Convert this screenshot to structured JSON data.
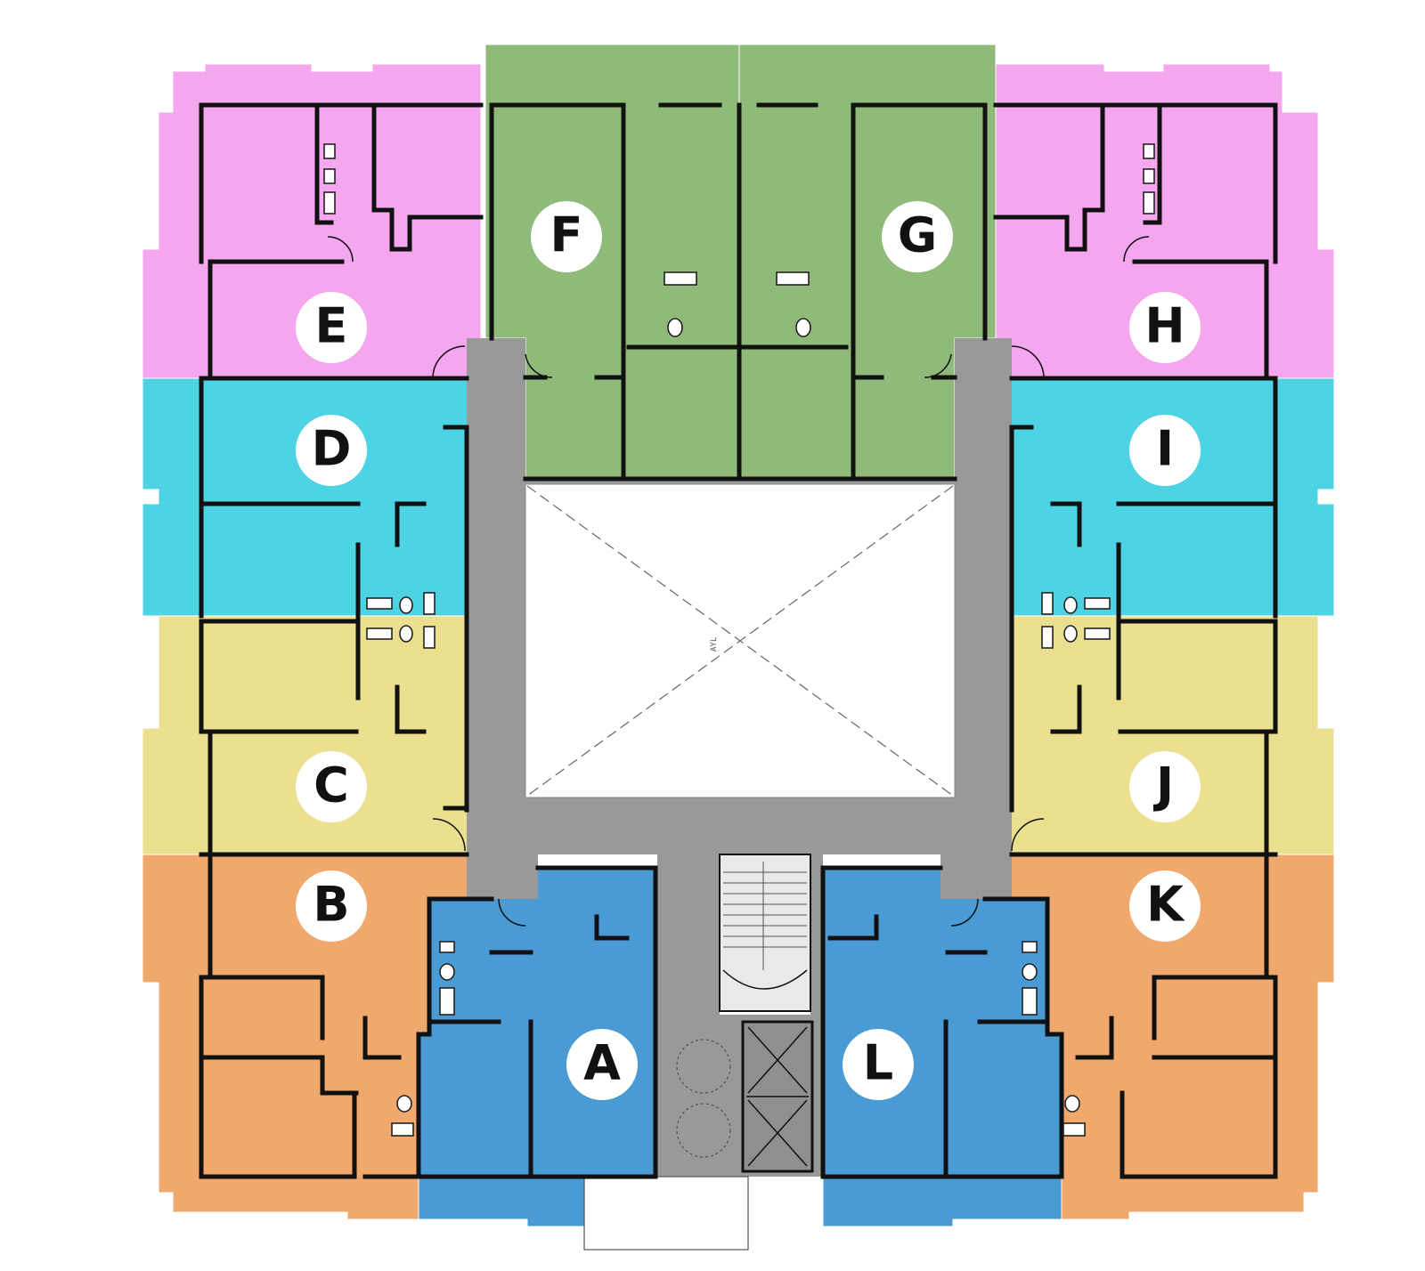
{
  "plan": {
    "units": [
      {
        "id": "A",
        "color": "#4a9ad4"
      },
      {
        "id": "B",
        "color": "#f0a86c"
      },
      {
        "id": "C",
        "color": "#eae08f"
      },
      {
        "id": "D",
        "color": "#4dd3e3"
      },
      {
        "id": "E",
        "color": "#f4a6ef"
      },
      {
        "id": "F",
        "color": "#8fba7a"
      },
      {
        "id": "G",
        "color": "#8fba7a"
      },
      {
        "id": "H",
        "color": "#f4a6ef"
      },
      {
        "id": "I",
        "color": "#4dd3e3"
      },
      {
        "id": "J",
        "color": "#eae08f"
      },
      {
        "id": "K",
        "color": "#f0a86c"
      },
      {
        "id": "L",
        "color": "#4a9ad4"
      }
    ],
    "core_color": "#999999",
    "void_label": "AYL"
  }
}
